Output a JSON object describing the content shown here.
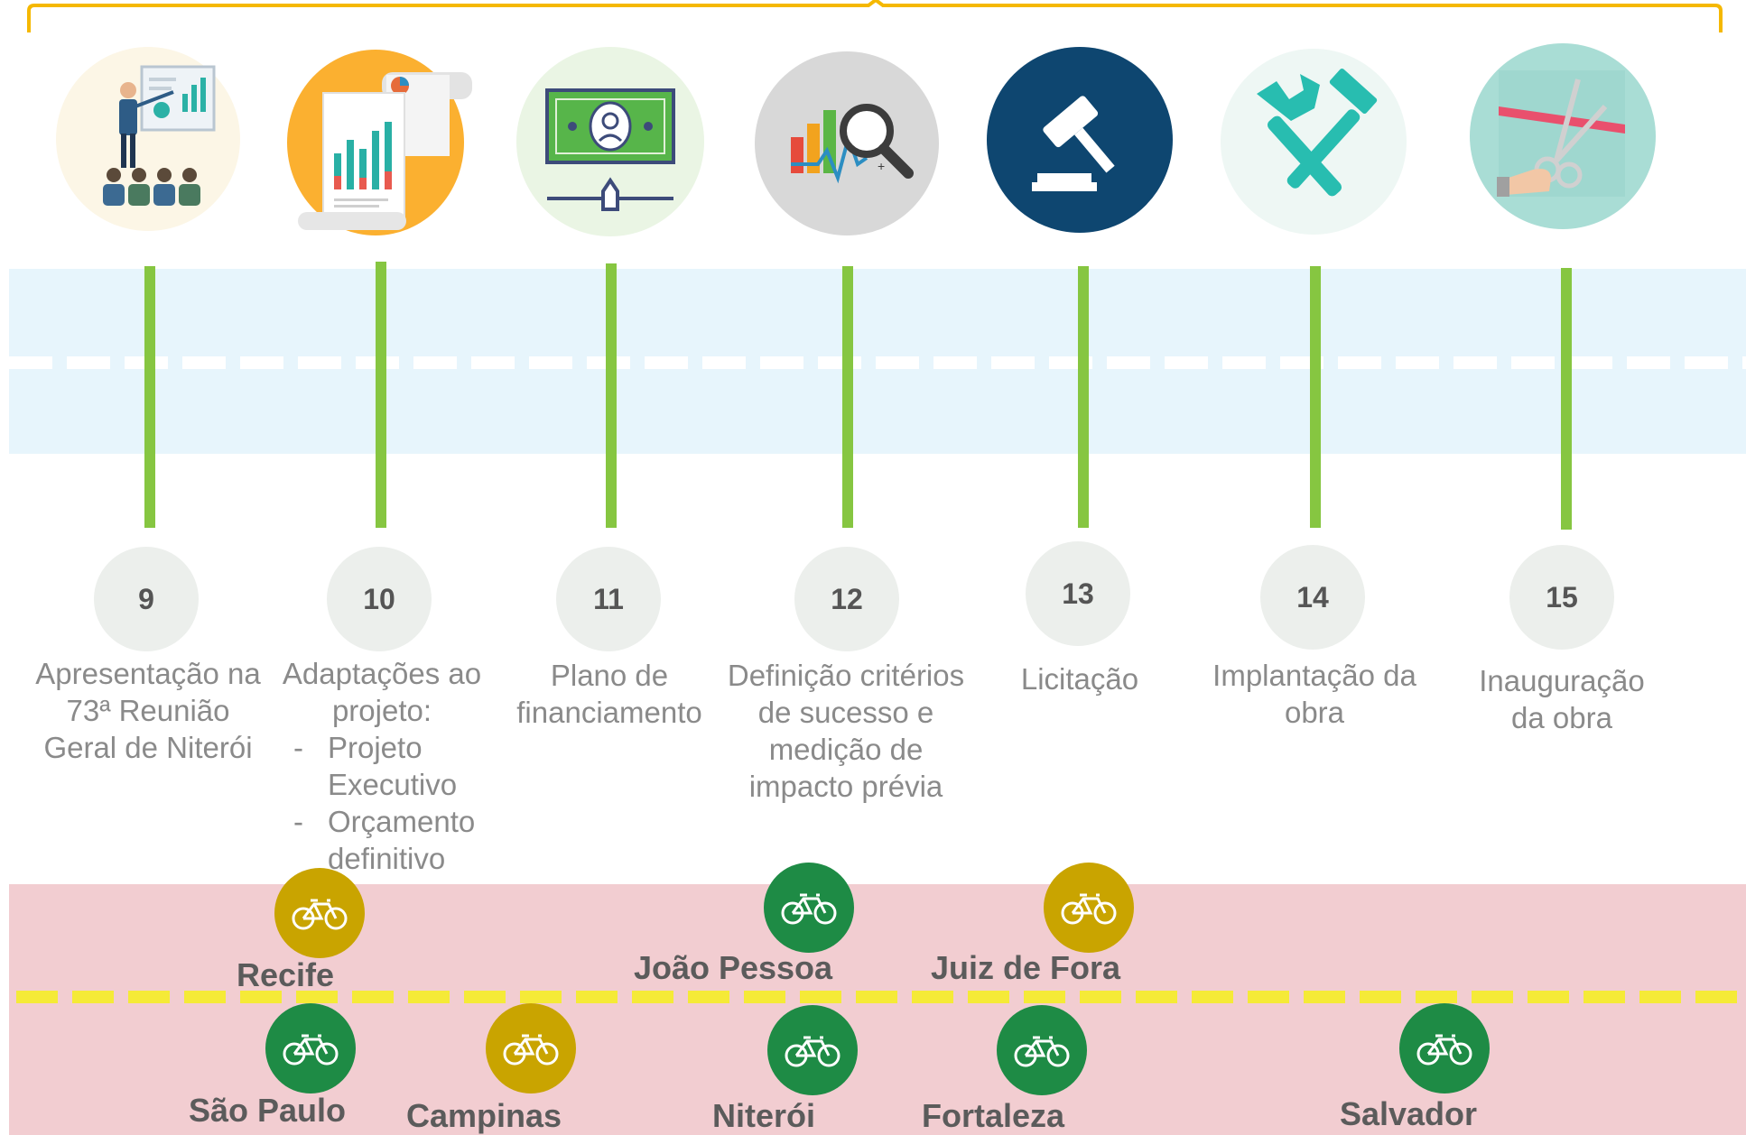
{
  "steps": [
    {
      "number": "9",
      "label": "Apresentação na 73ª Reunião Geral de Niterói",
      "icon": "presentation-icon"
    },
    {
      "number": "10",
      "label": "Adaptações ao projeto:",
      "sub_items": [
        "Projeto Executivo",
        "Orçamento definitivo"
      ],
      "icon": "report-icon"
    },
    {
      "number": "11",
      "label": "Plano de financiamento",
      "icon": "banknote-icon"
    },
    {
      "number": "12",
      "label": "Definição critérios de sucesso e medição de impacto prévia",
      "icon": "analytics-magnifier-icon"
    },
    {
      "number": "13",
      "label": "Licitação",
      "icon": "gavel-icon"
    },
    {
      "number": "14",
      "label": "Implantação da obra",
      "icon": "wrench-hammer-icon"
    },
    {
      "number": "15",
      "label": "Inauguração da obra",
      "icon": "ribbon-cutting-icon"
    }
  ],
  "cities": [
    {
      "name": "Recife",
      "status": "gold"
    },
    {
      "name": "João Pessoa",
      "status": "green"
    },
    {
      "name": "Juiz de Fora",
      "status": "gold"
    },
    {
      "name": "São Paulo",
      "status": "green"
    },
    {
      "name": "Campinas",
      "status": "gold"
    },
    {
      "name": "Niterói",
      "status": "green"
    },
    {
      "name": "Fortaleza",
      "status": "green"
    },
    {
      "name": "Salvador",
      "status": "green"
    }
  ],
  "colors": {
    "timeline_line": "#86c641",
    "bracket": "#f5b800",
    "city_green": "#1e8b45",
    "city_gold": "#c9a400",
    "road_band": "#f2cdd1",
    "road_dash": "#f5ea37",
    "river_band": "#e7f5fc"
  },
  "icons": {
    "city_marker": "bicycle-icon"
  }
}
